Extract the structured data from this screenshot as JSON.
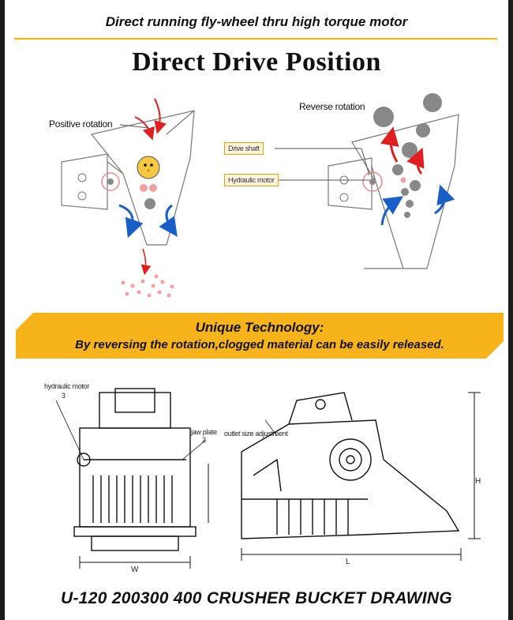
{
  "header": {
    "caption": "Direct running fly-wheel thru high torque motor",
    "title": "Direct Drive Position"
  },
  "diagram": {
    "left_label": "Positive rotation",
    "right_label": "Reverse rotation",
    "tag_drive_shaft": "Drive shaft",
    "tag_hydraulic_motor": "Hydraulic motor"
  },
  "banner": {
    "heading": "Unique Technology:",
    "text": "By reversing the rotation,clogged material can be easily released."
  },
  "drawing": {
    "label_hydraulic_motor": "hydraulic motor",
    "label_3": "3",
    "label_jaw_plate": "jaw plate",
    "label_2": "2",
    "label_outlet": "outlet size adjustment",
    "dim_w": "W",
    "dim_h": "H",
    "dim_l": "L"
  },
  "footer": {
    "caption": "U-120 200300 400 CRUSHER BUCKET DRAWING"
  },
  "colors": {
    "accent": "#f7b31a",
    "arrow_red": "#e02020",
    "arrow_blue": "#1a5fc8"
  }
}
